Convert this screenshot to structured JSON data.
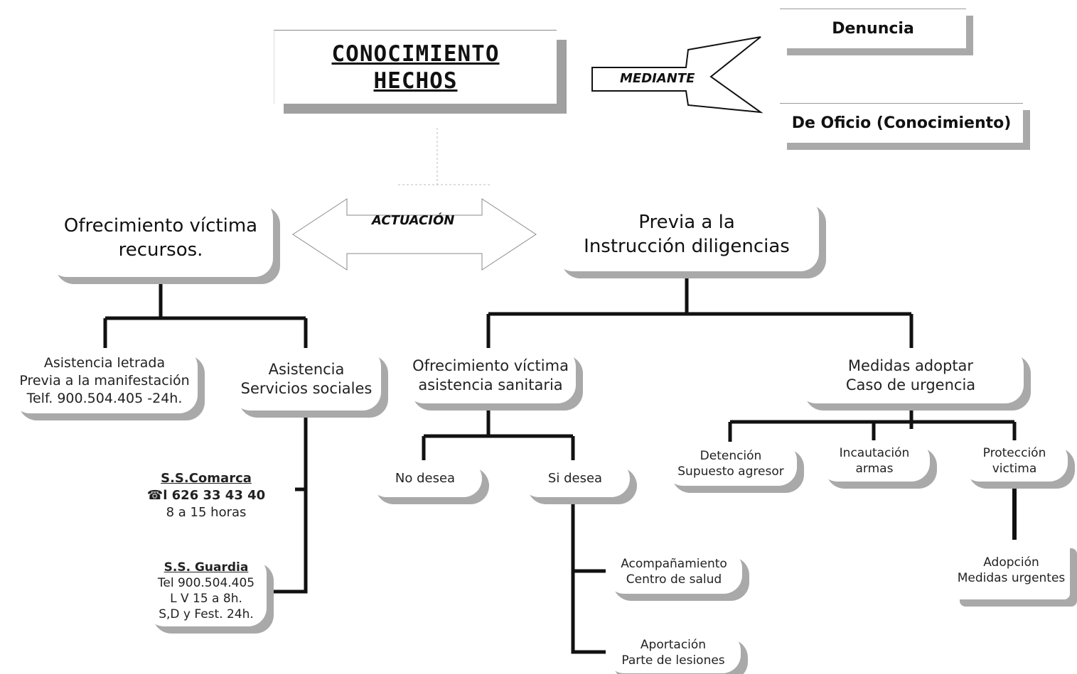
{
  "title": {
    "line1": "CONOCIMIENTO",
    "line2": "HECHOS"
  },
  "mediante": {
    "label": "MEDIANTE",
    "option1": "Denuncia",
    "option2": "De Oficio (Conocimiento)"
  },
  "actuacion": {
    "label": "ACTUACIÓN"
  },
  "left_branch": {
    "title_line1": "Ofrecimiento víctima",
    "title_line2": "recursos.",
    "asistencia_letrada": {
      "line1": "Asistencia letrada",
      "line2": "Previa a la manifestación",
      "line3": "Telf. 900.504.405 -24h."
    },
    "servicios_sociales": {
      "line1": "Asistencia",
      "line2": "Servicios sociales"
    },
    "ss_comarca": {
      "title": "S.S.Comarca",
      "phone_icon": "telephone-icon",
      "phone": "l 626 33 43 40",
      "hours": "8 a 15 horas"
    },
    "ss_guardia": {
      "title": "S.S. Guardia",
      "line1": "Tel 900.504.405",
      "line2": "L V 15 a 8h.",
      "line3": "S,D y Fest. 24h."
    }
  },
  "right_branch": {
    "title_line1": "Previa a la",
    "title_line2": "Instrucción diligencias",
    "asistencia_sanitaria": {
      "line1": "Ofrecimiento víctima",
      "line2": "asistencia sanitaria",
      "no_desea": "No desea",
      "si_desea": "Si desea",
      "acompanamiento": {
        "line1": "Acompañamiento",
        "line2": "Centro de salud"
      },
      "aportacion": {
        "line1": "Aportación",
        "line2": "Parte de lesiones"
      }
    },
    "medidas": {
      "line1": "Medidas adoptar",
      "line2": "Caso de urgencia",
      "detencion": {
        "line1": "Detención",
        "line2": "Supuesto agresor"
      },
      "incautacion": {
        "line1": "Incautación",
        "line2": "armas"
      },
      "proteccion": {
        "line1": "Protección",
        "line2": "victima"
      },
      "adopcion": {
        "line1": "Adopción",
        "line2": "Medidas urgentes"
      }
    }
  }
}
